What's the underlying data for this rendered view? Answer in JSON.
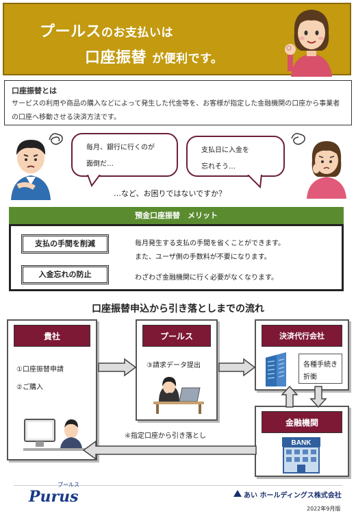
{
  "header": {
    "line1_a": "プールス",
    "line1_b": "のお支払い",
    "line1_c": "は",
    "line2_a": "口座振替",
    "line2_b": "が便利です。"
  },
  "definition": {
    "term": "口座振替とは",
    "body": "サービスの利用や商品の購入などによって発生した代金等を、お客様が指定した金融機関の口座から事業者の口座へ移動させる決済方法です。"
  },
  "bubbles": {
    "left_line1": "毎月、銀行に行くのが",
    "left_line2": "面倒だ…",
    "right_line1": "支払日に入金を",
    "right_line2": "忘れそう…",
    "question": "…など、お困りではないですか？"
  },
  "merit": {
    "title": "預金口座振替　メリット",
    "btn1": "支払の手間を削減",
    "btn2": "入金忘れの防止",
    "text1": "毎月発生する支払の手間を省くことができます。",
    "text2": "また、ユーザ側の手数料が不要になります。",
    "text3": "わざわざ金融機関に行く必要がなくなります。"
  },
  "flow": {
    "title": "口座振替申込から引き落としまでの流れ",
    "client": "貴社",
    "step1": "①口座振替申請",
    "step2": "②ご購入",
    "purus": "プールス",
    "step3": "③請求データ提出",
    "agent": "決済代行会社",
    "agent_note_line1": "各種手続き",
    "agent_note_line2": "折衝",
    "bank": "金融機関",
    "bank_sign": "BANK",
    "step4": "④指定口座から引き落とし"
  },
  "footer": {
    "logo": "Purus",
    "logo_kana": "プールス",
    "company": "あい ホールディングス株式会社",
    "edition": "2022年9月版"
  },
  "colors": {
    "banner": "#c39a10",
    "maroon": "#7d1835",
    "green": "#5a8c2f",
    "bubble_border": "#6b1f3a",
    "navy": "#1a3a8a"
  }
}
